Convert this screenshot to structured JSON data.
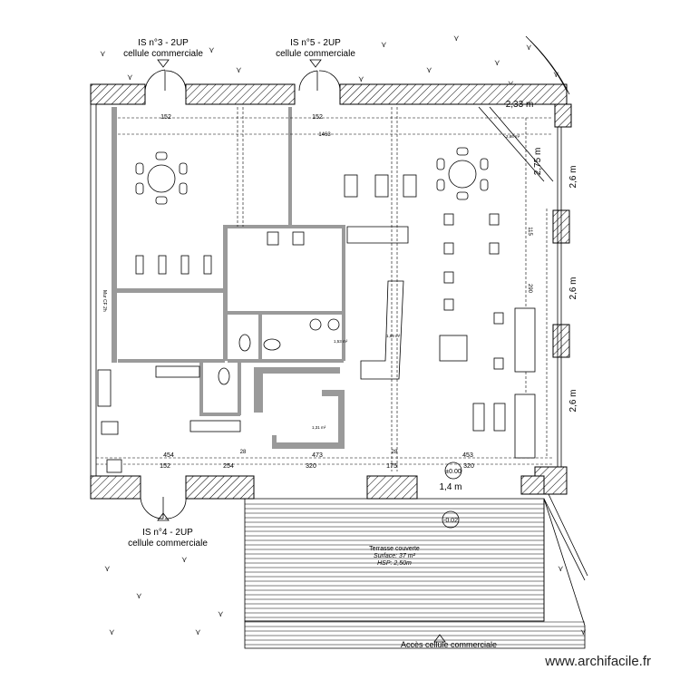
{
  "labels": {
    "is3_title": "IS n°3 - 2UP",
    "is3_sub": "cellule commerciale",
    "is5_title": "IS n°5 - 2UP",
    "is5_sub": "cellule commerciale",
    "is4_title": "IS n°4 - 2UP",
    "is4_sub": "cellule commerciale",
    "terrace_title": "Terrasse couverte",
    "terrace_surface": "Surface: 37 m²",
    "terrace_hsp": "HSP: 2,50m",
    "access": "Accès cellule commerciale",
    "level_top": "±0.00",
    "level_bottom": "-0.02",
    "mur": "Mur CF 2h",
    "area_1": "2,86 m²",
    "area_2": "1,53 m²",
    "area_3": "1,89 m²",
    "area_4": "1,31 m²"
  },
  "dimensions": {
    "d_2_33": "2,33 m",
    "d_2_75": "2,75 m",
    "d_2_6a": "2,6 m",
    "d_2_6b": "2,6 m",
    "d_2_6c": "2,6 m",
    "d_1_4": "1,4 m",
    "d_152_top_left": "152",
    "d_152_top_mid": "152",
    "d_1463": "1463",
    "d_454": "454",
    "d_28a": "28",
    "d_473": "473",
    "d_28b": "28",
    "d_453": "453",
    "d_152_bottom": "152",
    "d_254": "254",
    "d_320a": "320",
    "d_175": "175",
    "d_320b": "320",
    "d_115": "115",
    "d_290": "290"
  },
  "footer": {
    "logo": "www.archifacile.fr"
  }
}
